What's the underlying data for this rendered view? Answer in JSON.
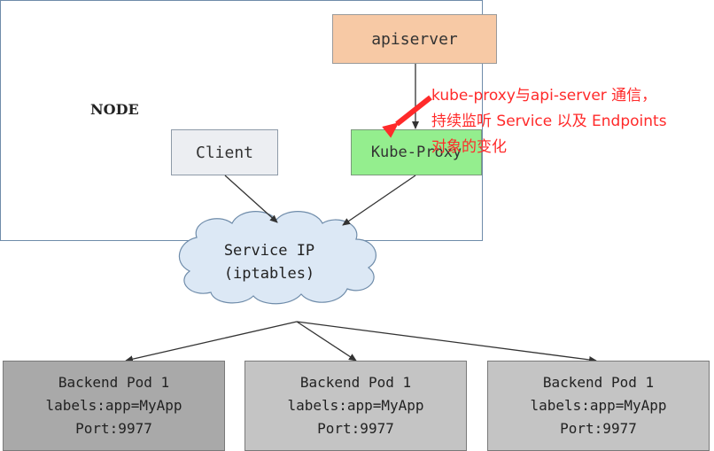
{
  "apiserver": {
    "label": "apiserver"
  },
  "node": {
    "label": "NODE"
  },
  "client": {
    "label": "Client"
  },
  "kube_proxy": {
    "label": "Kube-Proxy"
  },
  "service": {
    "line1": "Service IP",
    "line2": "(iptables)"
  },
  "annotation": {
    "line1": "kube-proxy与api-server 通信，",
    "line2": "持续监听 Service 以及 Endpoints",
    "line3": "对象的变化"
  },
  "pods": [
    {
      "name": "Backend Pod 1",
      "labels": "labels:app=MyApp",
      "port": "Port:9977"
    },
    {
      "name": "Backend Pod 1",
      "labels": "labels:app=MyApp",
      "port": "Port:9977"
    },
    {
      "name": "Backend Pod 1",
      "labels": "labels:app=MyApp",
      "port": "Port:9977"
    }
  ],
  "colors": {
    "apiserver_fill": "#f7c9a5",
    "kube_proxy_fill": "#94ee8e",
    "cloud_fill": "#dce8f5",
    "annotation": "#ff2a2a",
    "pod_fill": "#c4c4c4",
    "pod_fill_selected": "#a9a9a9"
  }
}
